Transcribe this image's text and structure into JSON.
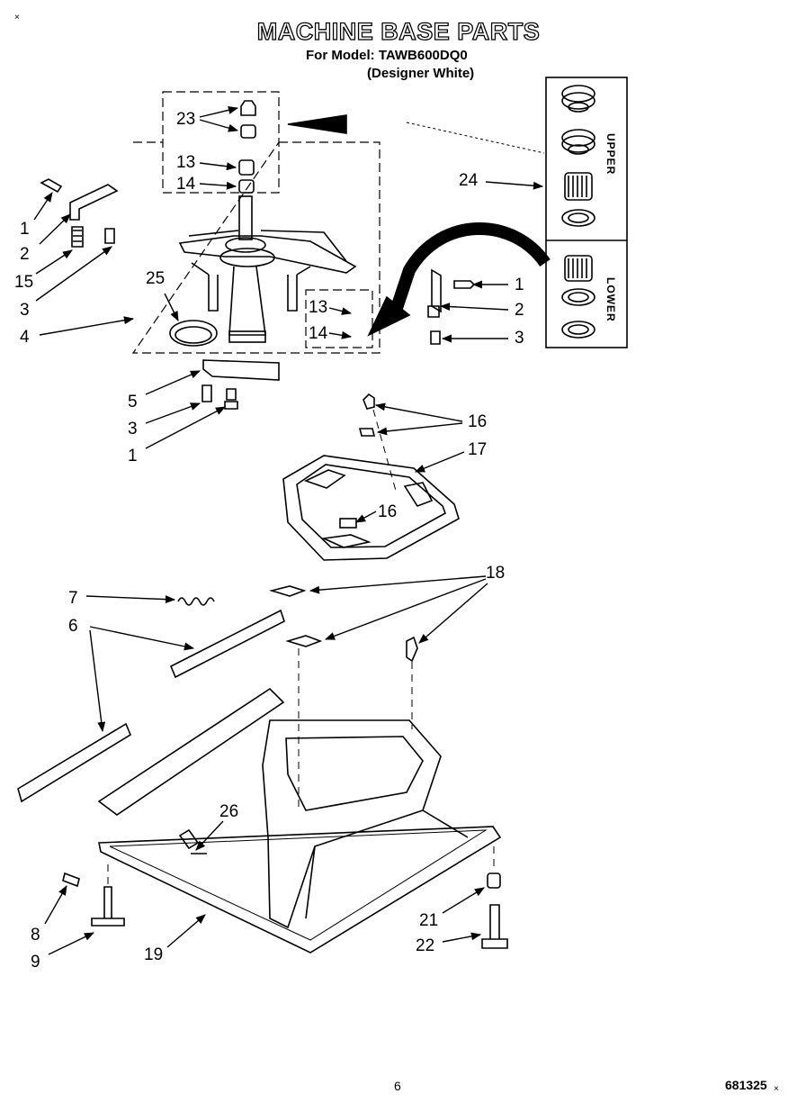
{
  "header": {
    "title": "MACHINE BASE PARTS",
    "model_line": "For Model: TAWB600DQ0",
    "color_line": "(Designer White)"
  },
  "labels": {
    "p23": "23",
    "p13a": "13",
    "p14a": "14",
    "p24": "24",
    "p1a": "1",
    "p2a": "2",
    "p15": "15",
    "p3a": "3",
    "p4": "4",
    "p25": "25",
    "p13b": "13",
    "p14b": "14",
    "p1b": "1",
    "p2b": "2",
    "p3b": "3",
    "p5": "5",
    "p3c": "3",
    "p1c": "1",
    "p16a": "16",
    "p17": "17",
    "p16b": "16",
    "p7": "7",
    "p6": "6",
    "p18": "18",
    "p26": "26",
    "p8": "8",
    "p9": "9",
    "p19": "19",
    "p21": "21",
    "p22": "22"
  },
  "side_labels": {
    "upper": "UPPER",
    "lower": "LOWER"
  },
  "footer": {
    "page_number": "6",
    "doc_code": "681325"
  },
  "marks": {
    "corner": "×",
    "code_suffix": "×"
  }
}
